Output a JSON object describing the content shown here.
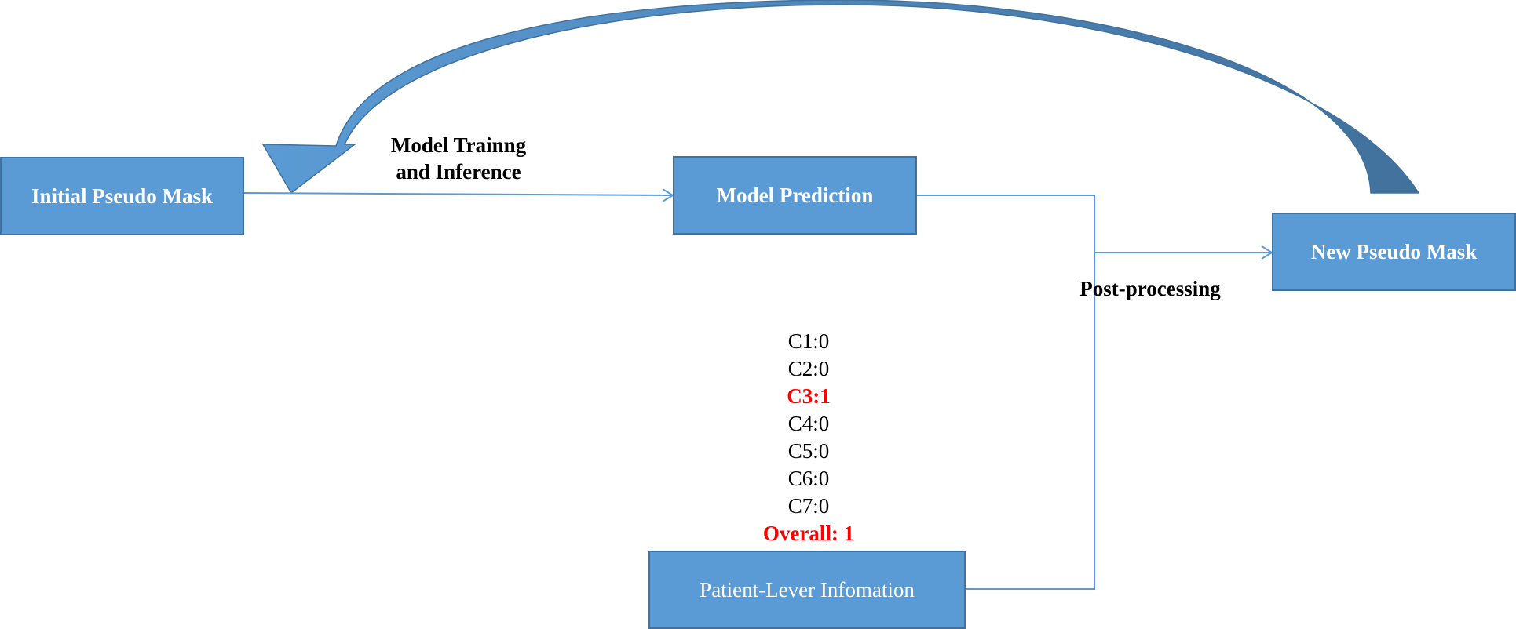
{
  "nodes": {
    "initial_mask": "Initial Pseudo Mask",
    "model_prediction": "Model Prediction",
    "new_mask": "New Pseudo Mask",
    "patient_info": "Patient-Lever Infomation"
  },
  "edges": {
    "training_label_line1": "Model Trainng",
    "training_label_line2": "and Inference",
    "postprocessing_label": "Post-processing"
  },
  "conditions": [
    {
      "text": "C1:0",
      "highlight": false
    },
    {
      "text": "C2:0",
      "highlight": false
    },
    {
      "text": "C3:1",
      "highlight": true
    },
    {
      "text": "C4:0",
      "highlight": false
    },
    {
      "text": "C5:0",
      "highlight": false
    },
    {
      "text": "C6:0",
      "highlight": false
    },
    {
      "text": "C7:0",
      "highlight": false
    }
  ],
  "overall": "Overall: 1",
  "colors": {
    "box_fill": "#5b9bd5",
    "box_border": "#41719c",
    "line": "#5b9bd5",
    "highlight": "#ff0000"
  }
}
